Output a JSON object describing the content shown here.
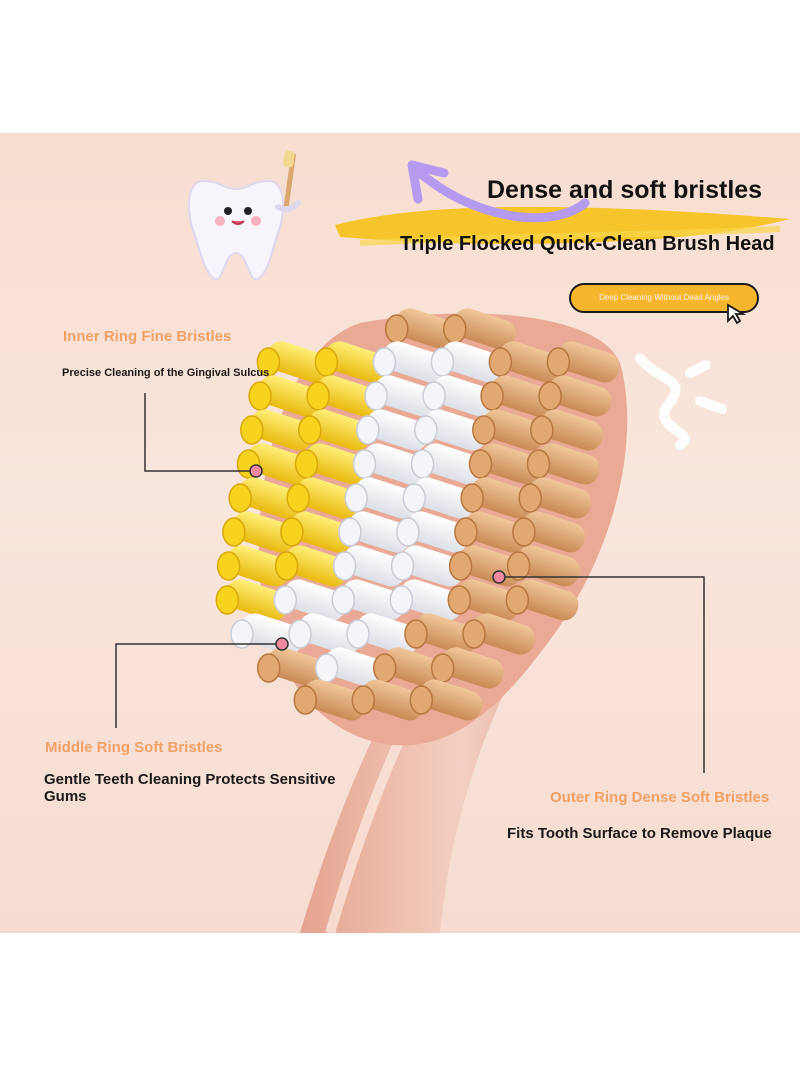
{
  "headline": {
    "title": "Dense and soft bristles",
    "subtitle": "Triple Flocked Quick-Clean Brush Head",
    "badge": "Deep Cleaning Without Dead Angles"
  },
  "callouts": {
    "inner": {
      "title": "Inner Ring Fine Bristles",
      "desc": "Precise Cleaning of the Gingival Sulcus"
    },
    "middle": {
      "title": "Middle Ring Soft Bristles",
      "desc": "Gentle Teeth Cleaning Protects Sensitive Gums"
    },
    "outer": {
      "title": "Outer Ring Dense Soft Bristles",
      "desc": "Fits Tooth Surface to Remove Plaque"
    }
  },
  "colors": {
    "accent_orange": "#f0a066",
    "badge_yellow": "#f5b52d",
    "marker_pink": "#f08aa0",
    "handle_pink": "#e9b2a0",
    "bristle_yellow": "#f3d02a",
    "bristle_white": "#ffffff",
    "bristle_tan": "#e4ad78"
  },
  "icons": [
    "tooth-mascot-icon",
    "curved-arrow-icon",
    "cursor-icon"
  ]
}
